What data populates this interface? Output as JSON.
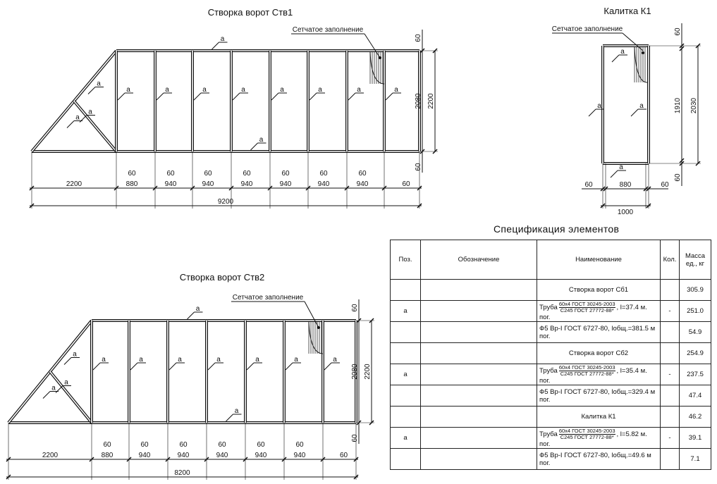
{
  "gate1": {
    "title": "Створка ворот Ств1",
    "mesh_label": "Сетчатое заполнение",
    "member_label": "а",
    "left_dim": "2200",
    "post_dim": "60",
    "bays": [
      "880",
      "940",
      "940",
      "940",
      "940",
      "940",
      "940"
    ],
    "end_dim": "60",
    "overall": "9200",
    "right_dims": {
      "top": "60",
      "inner": "2080",
      "outer": "2200",
      "bottom": "60"
    }
  },
  "gate2": {
    "title": "Створка ворот Ств2",
    "mesh_label": "Сетчатое заполнение",
    "member_label": "а",
    "left_dim": "2200",
    "post_dim": "60",
    "bays": [
      "880",
      "940",
      "940",
      "940",
      "940",
      "940"
    ],
    "end_dim": "60",
    "overall": "8200",
    "right_dims": {
      "top": "60",
      "inner": "2080",
      "outer": "2200",
      "bottom": "60"
    }
  },
  "wicket": {
    "title": "Калитка К1",
    "mesh_label": "Сетчатое заполнение",
    "member_label": "а",
    "bottom_dims": {
      "left": "60",
      "middle": "880",
      "right": "60",
      "overall": "1000"
    },
    "right_dims": {
      "top": "60",
      "inner": "1910",
      "outer": "2030",
      "bottom": "60"
    }
  },
  "spec": {
    "title": "Спецификация элементов",
    "headers": [
      "Поз.",
      "Обозначение",
      "Наименование",
      "Кол.",
      "Масса ед., кг"
    ],
    "rows": [
      {
        "pos": "",
        "desig": "",
        "name": "Створка ворот Сб1",
        "qty": "",
        "mass": "305.9"
      },
      {
        "pos": "а",
        "desig": "",
        "pipe": true,
        "pre": "Труба",
        "num": "60х4 ГОСТ 30245-2003",
        "den": "С245 ГОСТ 27772-88*",
        "post": ", l=37.4 м. пог.",
        "qty": "-",
        "mass": "251.0"
      },
      {
        "pos": "",
        "desig": "",
        "name": "Ф5 Вр-I ГОСТ 6727-80, lобщ.=381.5 м пог.",
        "qty": "",
        "mass": "54.9"
      },
      {
        "pos": "",
        "desig": "",
        "name": "Створка ворот Сб2",
        "qty": "",
        "mass": "254.9"
      },
      {
        "pos": "а",
        "desig": "",
        "pipe": true,
        "pre": "Труба",
        "num": "60х4 ГОСТ 30245-2003",
        "den": "С245 ГОСТ 27772-88*",
        "post": ", l=35.4 м. пог.",
        "qty": "-",
        "mass": "237.5"
      },
      {
        "pos": "",
        "desig": "",
        "name": "Ф5 Вр-I ГОСТ 6727-80, lобщ.=329.4 м пог.",
        "qty": "",
        "mass": "47.4"
      },
      {
        "pos": "",
        "desig": "",
        "name": "Калитка К1",
        "qty": "",
        "mass": "46.2"
      },
      {
        "pos": "а",
        "desig": "",
        "pipe": true,
        "pre": "Труба",
        "num": "60х4 ГОСТ 30245-2003",
        "den": "С245 ГОСТ 27772-88*",
        "post": ", l=5.82 м. пог.",
        "qty": "-",
        "mass": "39.1"
      },
      {
        "pos": "",
        "desig": "",
        "name": "Ф5 Вр-I ГОСТ 6727-80, lобщ.=49.6 м пог.",
        "qty": "",
        "mass": "7.1"
      }
    ]
  }
}
